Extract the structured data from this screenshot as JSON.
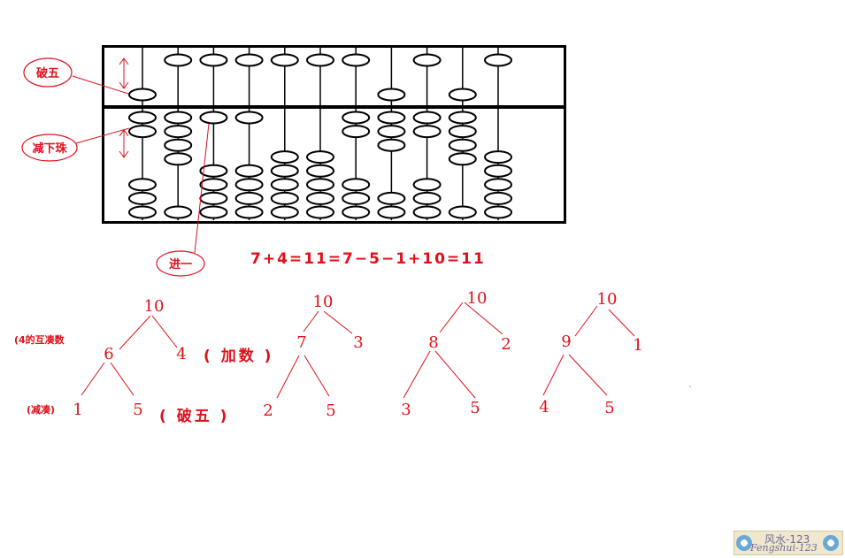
{
  "labels": {
    "po_wu": "破五",
    "jian_xia_zhu": "减下珠",
    "jin_yi": "进一"
  },
  "equation": "7+4=11=7−5−1+10=11",
  "notes": {
    "complement_of_4": "(4的互凑数",
    "jian_cou": "(减凑)",
    "jia_shu": "( 加数 )",
    "po_wu_paren": "( 破五 )"
  },
  "trees": [
    {
      "top": "10",
      "mid": "6",
      "right": "4",
      "leaf_left": "1",
      "leaf_right": "5"
    },
    {
      "top": "10",
      "mid": "7",
      "right": "3",
      "leaf_left": "2",
      "leaf_right": "5"
    },
    {
      "top": "10",
      "mid": "8",
      "right": "2",
      "leaf_left": "3",
      "leaf_right": "5"
    },
    {
      "top": "10",
      "mid": "9",
      "right": "1",
      "leaf_left": "4",
      "leaf_right": "5"
    }
  ],
  "abacus": {
    "rods": 11,
    "upper_bead_down": [
      true,
      false,
      false,
      false,
      false,
      false,
      false,
      true,
      false,
      true,
      false
    ],
    "lower_beads_up": [
      2,
      4,
      1,
      1,
      0,
      0,
      2,
      3,
      2,
      4,
      0
    ]
  },
  "watermark": {
    "text1": "风水-123",
    "text2": "Fengshui-123"
  },
  "colors": {
    "accent": "#e0101a",
    "frame": "#000000"
  }
}
